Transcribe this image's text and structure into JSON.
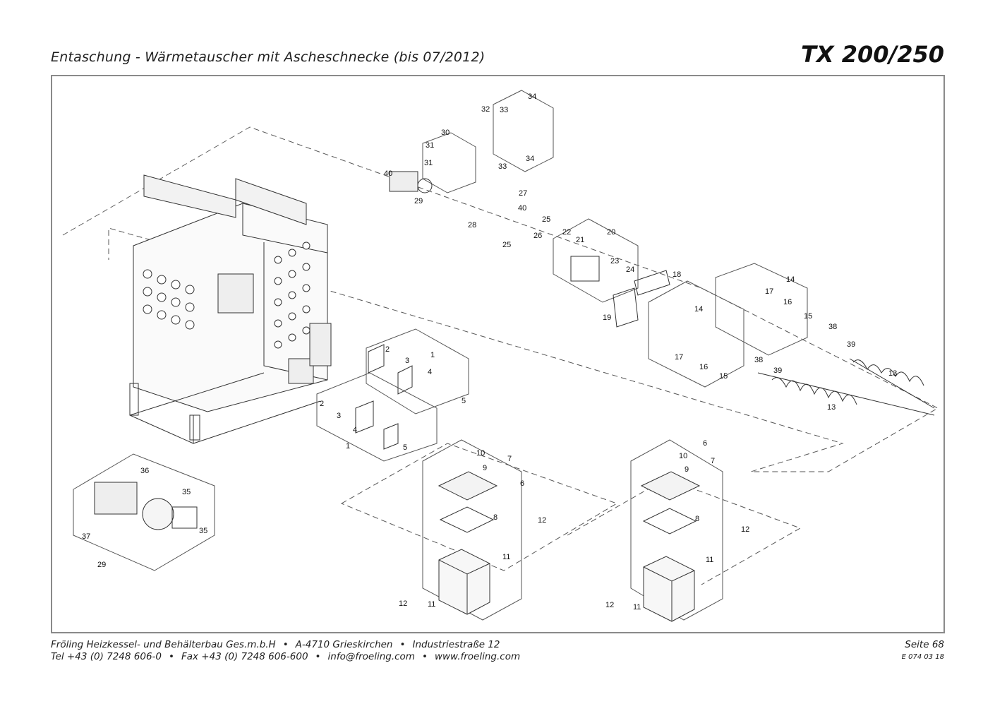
{
  "header": {
    "title": "Entaschung - Wärmetauscher mit Ascheschnecke (bis 07/2012)",
    "model": "TX 200/250"
  },
  "drawing": {
    "part_numbers": [
      "1",
      "2",
      "3",
      "4",
      "5",
      "6",
      "7",
      "8",
      "9",
      "10",
      "11",
      "12",
      "13",
      "14",
      "15",
      "16",
      "17",
      "18",
      "19",
      "20",
      "21",
      "22",
      "23",
      "24",
      "25",
      "26",
      "27",
      "28",
      "29",
      "30",
      "31",
      "32",
      "33",
      "34",
      "35",
      "36",
      "37",
      "38",
      "39",
      "40"
    ]
  },
  "footer": {
    "company": "Fröling Heizkessel- und Behälterbau Ges.m.b.H",
    "city": "A-4710 Grieskirchen",
    "street": "Industriestraße 12",
    "tel": "Tel +43 (0) 7248 606-0",
    "fax": "Fax +43 (0) 7248 606-600",
    "email": "info@froeling.com",
    "web": "www.froeling.com",
    "page": "Seite 68",
    "doc_code": "E 074 03 18"
  }
}
